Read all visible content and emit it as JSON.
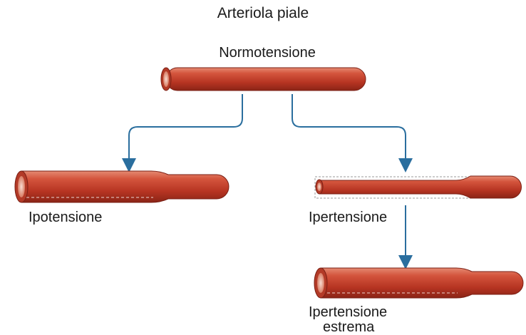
{
  "title": "Arteriola piale",
  "states": {
    "normal": "Normotensione",
    "hypotension": "Ipotensione",
    "hypertension": "Ipertensione",
    "extreme_line1": "Ipertensione",
    "extreme_line2": "estrema"
  },
  "colors": {
    "vessel": "#c7402d",
    "vessel_dark": "#9a2a1c",
    "vessel_light": "#e0745d",
    "lumen": "#f6d2c4",
    "arrow": "#2a6e9e",
    "outline_dashed": "#9a9a9a"
  }
}
